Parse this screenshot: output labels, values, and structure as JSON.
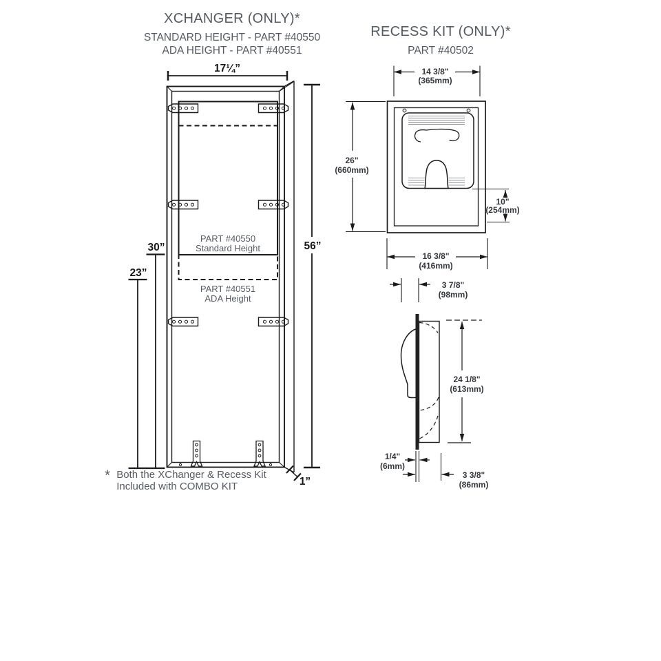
{
  "xchanger": {
    "title": "XCHANGER (ONLY)*",
    "subtitle_line1": "STANDARD HEIGHT - PART #40550",
    "subtitle_line2": "ADA HEIGHT - PART #40551",
    "dim_width": "17¼”",
    "dim_height": "56”",
    "dim_standard_mount": "30”",
    "dim_ada_mount": "23”",
    "dim_depth": "1”",
    "label_standard_part": "PART #40550",
    "label_standard_name": "Standard Height",
    "label_ada_part": "PART #40551",
    "label_ada_name": "ADA Height"
  },
  "recess": {
    "title": "RECESS KIT (ONLY)*",
    "part": "PART #40502",
    "front": {
      "top_width_in": "14 3/8\"",
      "top_width_mm": "(365mm)",
      "height_in": "26\"",
      "height_mm": "(660mm)",
      "opening_in": "10\"",
      "opening_mm": "(254mm)",
      "bottom_width_in": "16 3/8\"",
      "bottom_width_mm": "(416mm)"
    },
    "side": {
      "protrusion_in": "3 7/8\"",
      "protrusion_mm": "(98mm)",
      "height_in": "24 1/8\"",
      "height_mm": "(613mm)",
      "flange_in": "1/4\"",
      "flange_mm": "(6mm)",
      "depth_in": "3 3/8\"",
      "depth_mm": "(86mm)"
    }
  },
  "footnote": {
    "marker": "*",
    "line1": "Both the XChanger & Recess Kit",
    "line2": "Included with COMBO KIT"
  }
}
